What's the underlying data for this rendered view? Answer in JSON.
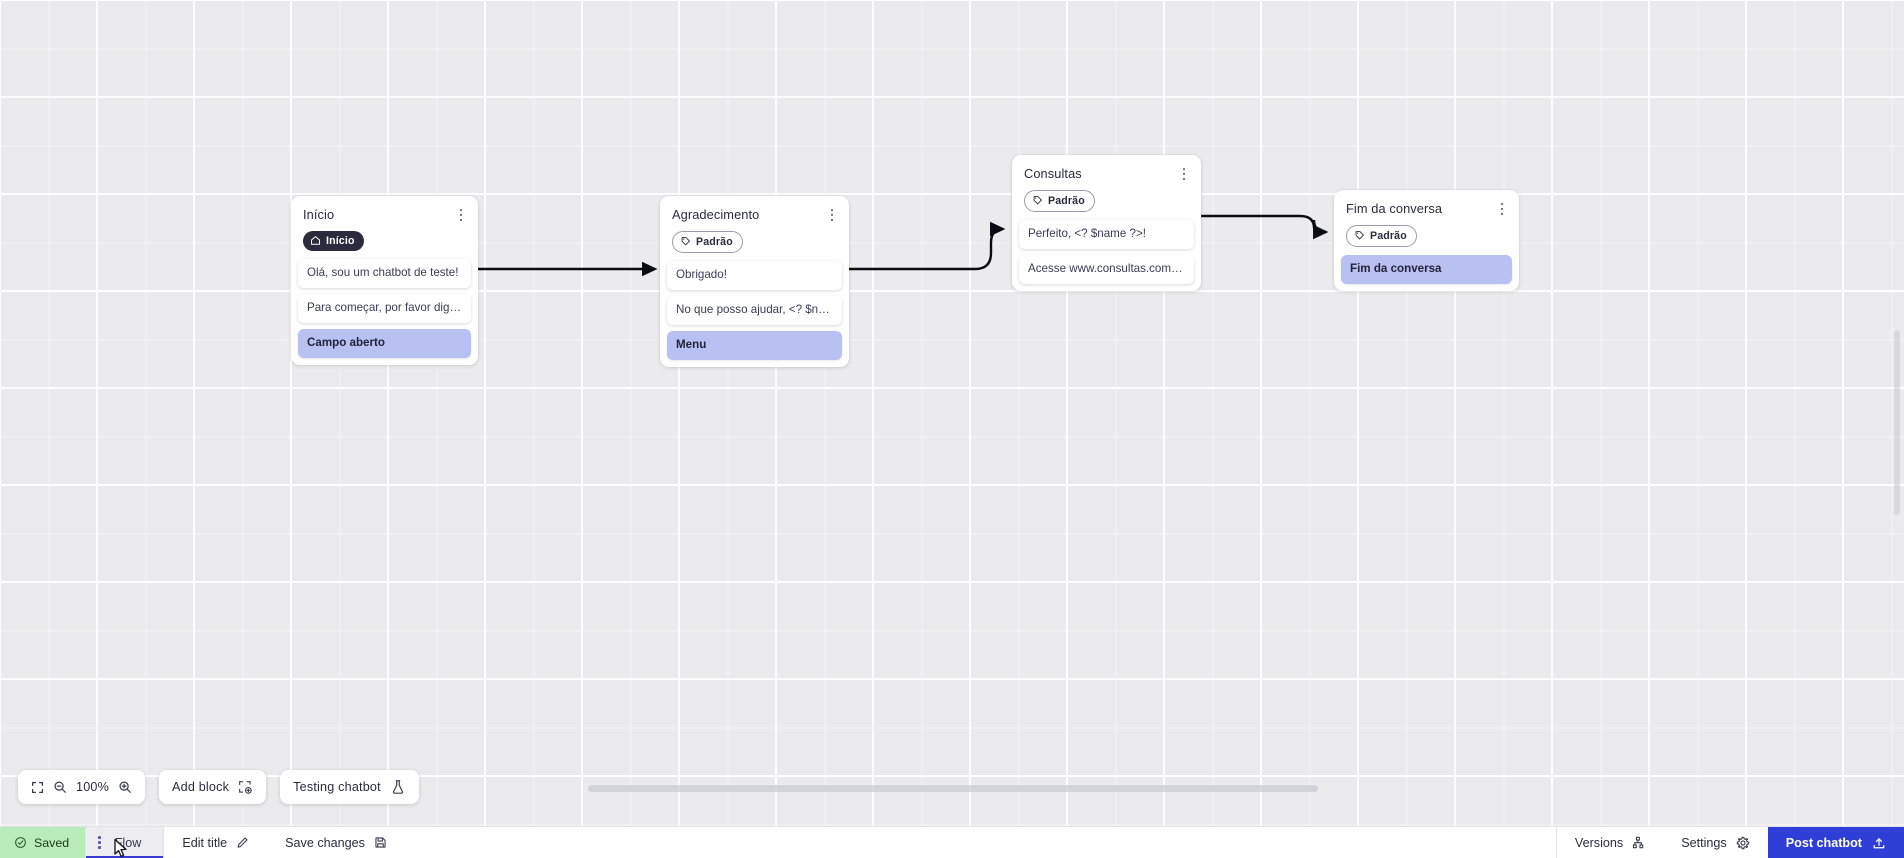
{
  "app": {
    "zoom_level": "100%",
    "canvas_background": "#ebebed",
    "accent_color": "#2f3ed6",
    "action_row_color": "#b9c0f2",
    "saved_badge_color": "#b9ecb9"
  },
  "nodes": [
    {
      "id": "inicio",
      "title": "Início",
      "badge": {
        "label": "Início",
        "style": "dark",
        "icon": "home-icon"
      },
      "rows": [
        {
          "type": "message",
          "text": "Olá, sou um chatbot de teste!"
        },
        {
          "type": "message",
          "text": "Para começar, por favor digite o ..."
        },
        {
          "type": "action",
          "text": "Campo aberto"
        }
      ]
    },
    {
      "id": "agradecimento",
      "title": "Agradecimento",
      "badge": {
        "label": "Padrão",
        "style": "outline",
        "icon": "tag-icon"
      },
      "rows": [
        {
          "type": "message",
          "text": "Obrigado!"
        },
        {
          "type": "message",
          "text": "No que posso ajudar, <? $name ..."
        },
        {
          "type": "action",
          "text": "Menu"
        }
      ]
    },
    {
      "id": "consultas",
      "title": "Consultas",
      "badge": {
        "label": "Padrão",
        "style": "outline",
        "icon": "tag-icon"
      },
      "rows": [
        {
          "type": "message",
          "text": "Perfeito, <? $name ?>!"
        },
        {
          "type": "message",
          "text": "Acesse www.consultas.com par..."
        }
      ]
    },
    {
      "id": "fim-da-conversa",
      "title": "Fim da conversa",
      "badge": {
        "label": "Padrão",
        "style": "outline",
        "icon": "tag-icon"
      },
      "rows": [
        {
          "type": "action",
          "text": "Fim da conversa"
        }
      ]
    }
  ],
  "toolbar": {
    "fit_icon": "fit-screen-icon",
    "zoom_out_icon": "zoom-out-icon",
    "zoom_level": "100%",
    "zoom_in_icon": "zoom-in-icon",
    "add_block_label": "Add block",
    "add_block_icon": "add-block-icon",
    "testing_chatbot_label": "Testing chatbot",
    "testing_chatbot_icon": "flask-icon"
  },
  "statusbar": {
    "saved_label": "Saved",
    "saved_icon": "check-circle-icon",
    "flow_tab_label": "Flow",
    "flow_tab_menu_icon": "kebab-icon",
    "edit_title_label": "Edit title",
    "edit_title_icon": "pencil-icon",
    "save_changes_label": "Save changes",
    "save_changes_icon": "floppy-disk-icon",
    "versions_label": "Versions",
    "versions_icon": "branch-icon",
    "settings_label": "Settings",
    "settings_icon": "gear-icon",
    "post_chatbot_label": "Post chatbot",
    "post_chatbot_icon": "upload-icon"
  }
}
